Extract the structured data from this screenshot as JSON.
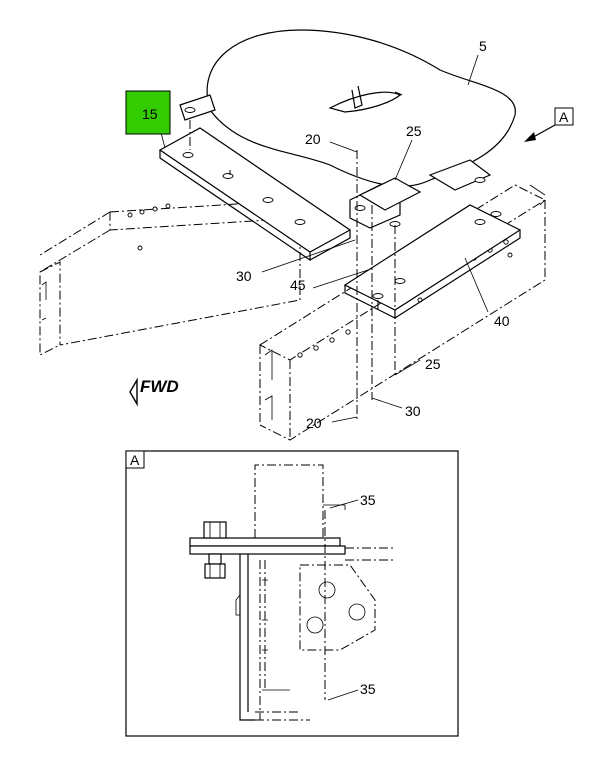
{
  "main_view": {
    "callouts": {
      "item_5": "5",
      "item_15": "15",
      "item_20_upper": "20",
      "item_20_lower": "20",
      "item_25_upper": "25",
      "item_25_lower": "25",
      "item_30_upper": "30",
      "item_30_lower": "30",
      "item_40": "40",
      "item_45": "45"
    },
    "view_flag": "A",
    "direction_label": "FWD",
    "highlight_color": "#33cc00"
  },
  "detail_view": {
    "tag": "A",
    "callouts": {
      "item_35_upper": "35",
      "item_35_lower": "35"
    }
  }
}
